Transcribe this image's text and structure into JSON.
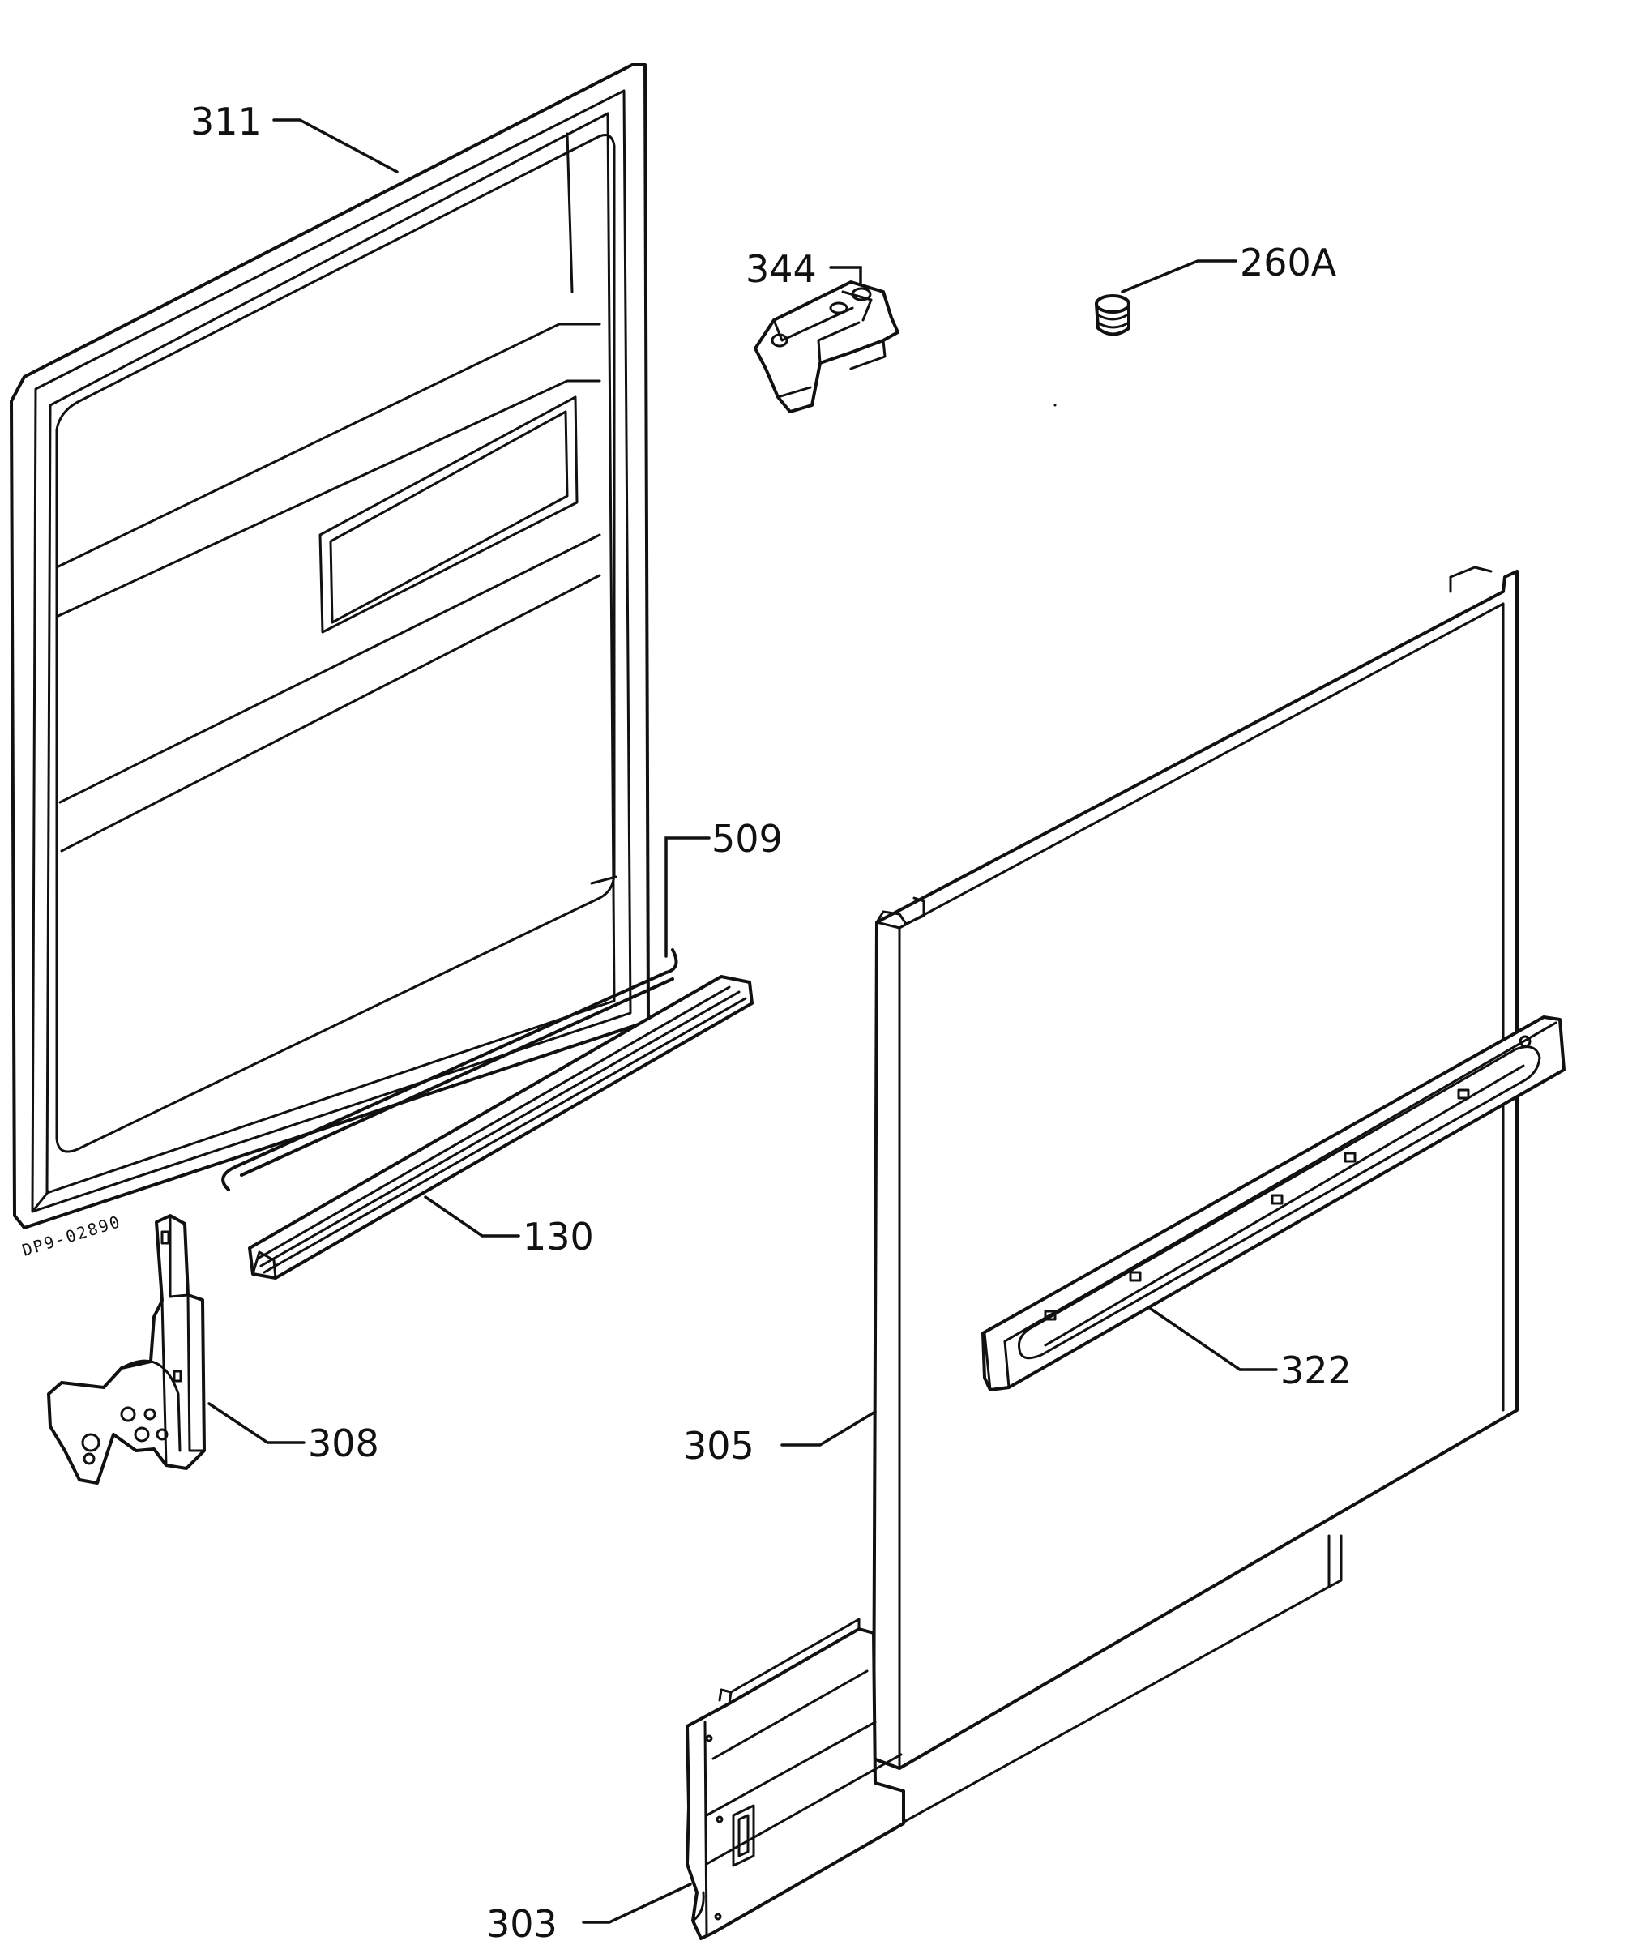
{
  "document_id": "DP9-02890",
  "callouts": [
    {
      "id": "311",
      "label": "311"
    },
    {
      "id": "344",
      "label": "344"
    },
    {
      "id": "260A",
      "label": "260A"
    },
    {
      "id": "509",
      "label": "509"
    },
    {
      "id": "130",
      "label": "130"
    },
    {
      "id": "308",
      "label": "308"
    },
    {
      "id": "305",
      "label": "305"
    },
    {
      "id": "322",
      "label": "322"
    },
    {
      "id": "303",
      "label": "303"
    }
  ]
}
